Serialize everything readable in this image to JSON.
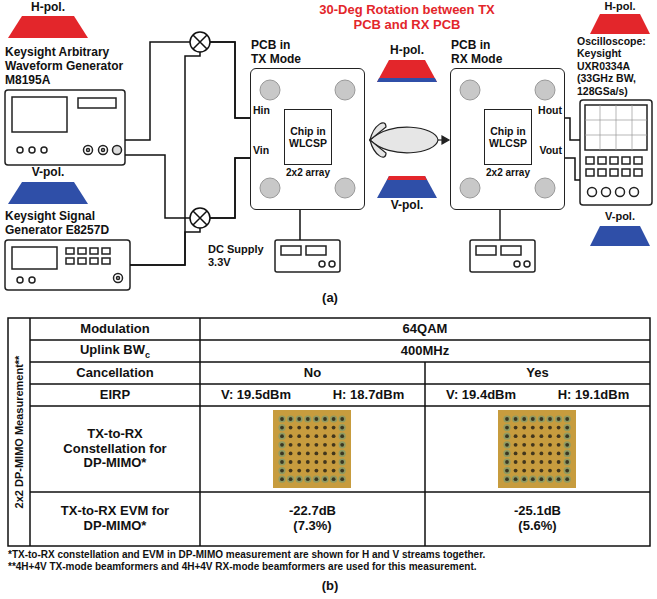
{
  "diagram": {
    "title": "30-Deg Rotation between TX PCB and RX PCB",
    "nodes": [
      {
        "text": [
          "Keysight Arbitrary Waveform Generator M8195A"
        ]
      },
      {
        "text": [
          "Keysight Signal Generator E8257D"
        ]
      },
      {
        "text": [
          "PCB in TX Mode"
        ]
      },
      {
        "text": [
          "Chip in WLCSP"
        ],
        "in": 2
      },
      {
        "text": [
          "DC Supply 3.3V"
        ]
      },
      {
        "text": [
          "PCB in RX Mode"
        ]
      },
      {
        "text": [
          "Chip in WLCSP"
        ],
        "in": 5
      },
      {
        "text": [
          "Oscilloscope: Keysight UXR0334A (33GHz BW, 128GSa/s)"
        ]
      }
    ],
    "edges": [
      {
        "from": 0,
        "to": 2,
        "arrow": "none"
      },
      {
        "from": 0,
        "to": 2,
        "arrow": "none"
      },
      {
        "from": 1,
        "to": 2,
        "arrow": "none"
      },
      {
        "from": 1,
        "to": 2,
        "arrow": "none"
      },
      {
        "from": 4,
        "to": 2,
        "arrow": "none"
      },
      {
        "from": 5,
        "to": 7,
        "arrow": "none"
      },
      {
        "from": 5,
        "to": 7,
        "arrow": "none"
      }
    ],
    "labels": [
      "H-pol.",
      "V-pol.",
      "H-pol.",
      "V-pol.",
      "H-pol.",
      "V-pol.",
      "Hin",
      "Vin",
      "2x2 array",
      "Hout",
      "Vout",
      "2x2 array",
      "(a)",
      "2x2 DP-MIMO Measurement**",
      "Modulation",
      "64QAM",
      "Uplink BW",
      "c",
      "400MHz",
      "Cancellation",
      "No",
      "Yes",
      "EIRP",
      "V: 19.5dBm",
      "H: 18.7dBm",
      "V: 19.4dBm",
      "H: 19.1dBm",
      "TX-to-RX Constellation for DP-MIMO*",
      "TX-to-RX EVM for DP-MIMO*",
      "-22.7dB (7.3%)",
      "-25.1dB (5.6%)",
      "*TX-to-RX constellation and EVM in DP-MIMO measurement are shown for H and V streams together.",
      "**4H+4V TX-mode beamformers and 4H+4V RX-mode beamformers are used for this measurement.",
      "(b)"
    ]
  }
}
